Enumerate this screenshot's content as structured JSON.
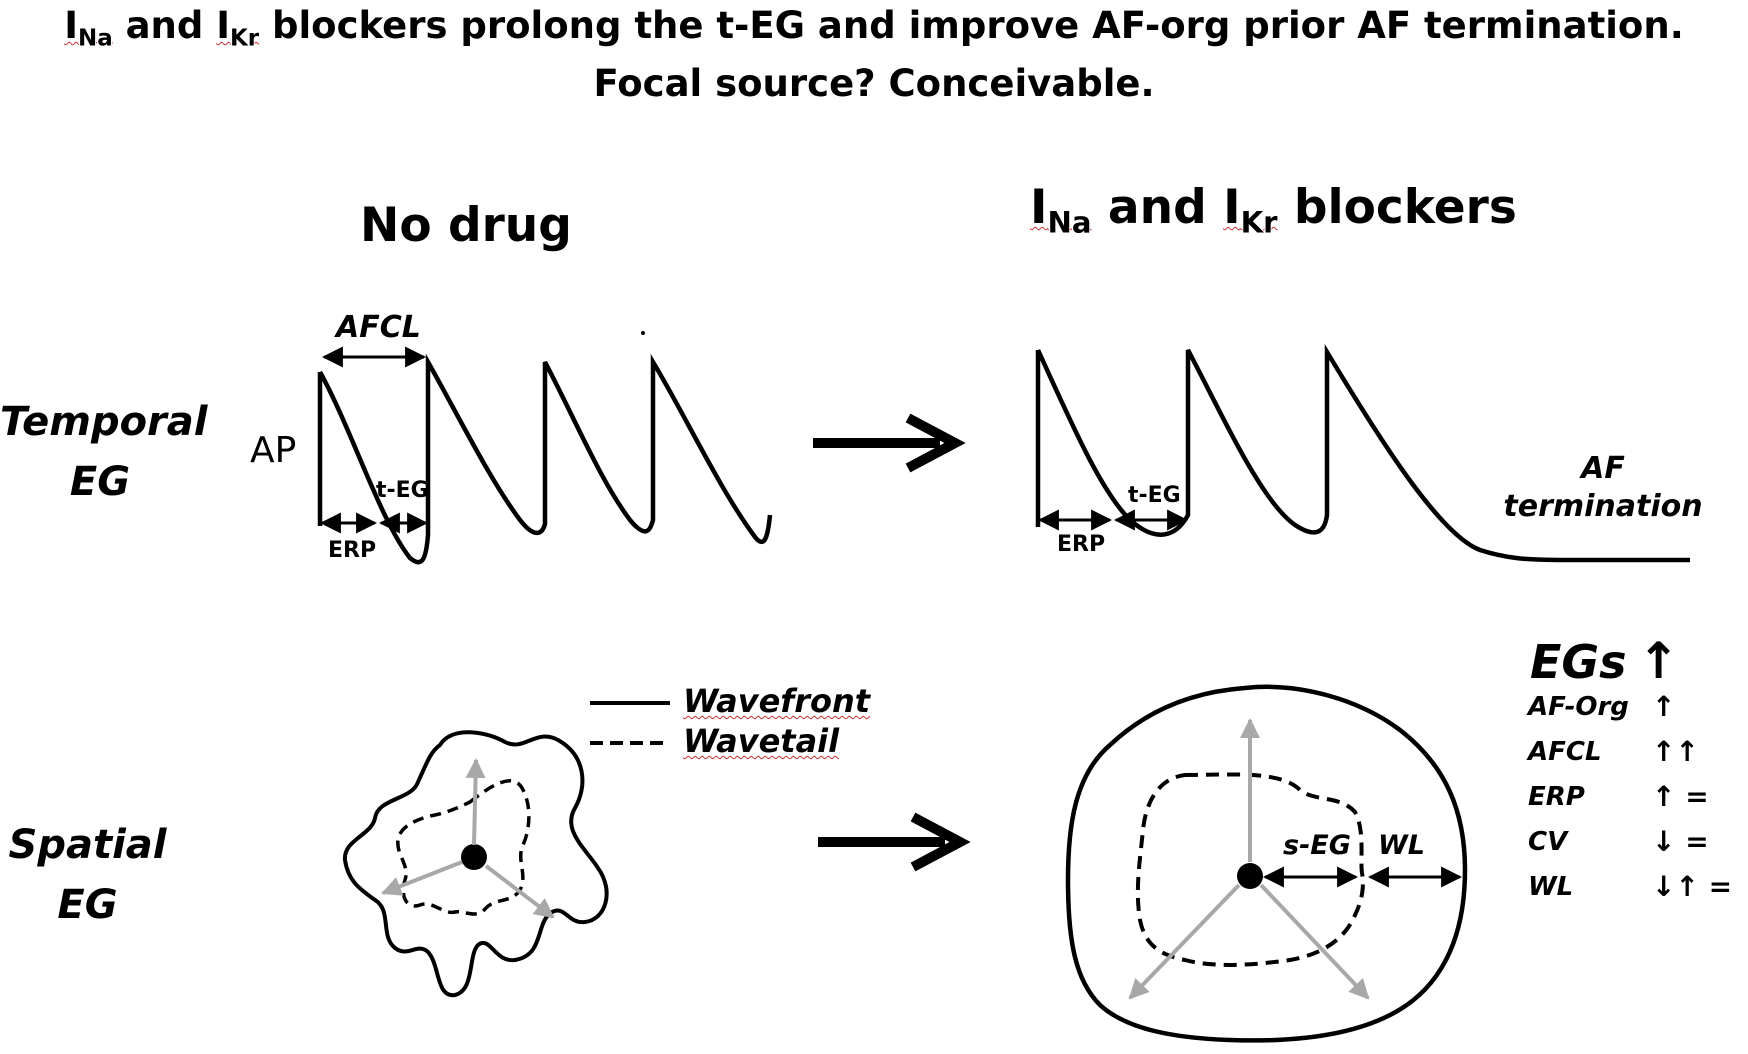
{
  "title": {
    "line1": {
      "i1": "I",
      "sub1": "Na",
      "and": " and ",
      "i2": "I",
      "sub2": "Kr",
      "rest": " blockers prolong the t-EG and improve AF-org prior  AF termination."
    },
    "line2": "Focal source? Conceivable."
  },
  "left_panel": {
    "heading": "No drug",
    "ap_label": "AP",
    "afcl_label": "AFCL",
    "teg_label": "t-EG",
    "erp_label": "ERP",
    "legend": {
      "wavefront": "Wavefront",
      "wavetail": "Wavetail"
    }
  },
  "right_panel": {
    "heading": {
      "i1": "I",
      "sub1": "Na",
      "and": " and ",
      "i2": "I",
      "sub2": "Kr",
      "rest": " blockers"
    },
    "teg_label": "t-EG",
    "erp_label": "ERP",
    "af_termination": {
      "line1": "AF",
      "line2": "termination"
    },
    "seg_label": "s-EG",
    "wl_label": "WL"
  },
  "row_labels": {
    "temporal": {
      "line1": "Temporal",
      "line2": "EG"
    },
    "spatial": {
      "line1": "Spatial",
      "line2": "EG"
    }
  },
  "eg_summary": {
    "title": "EGs",
    "title_arrow": "↑",
    "rows": [
      {
        "param": "AF-Org",
        "effect": "↑"
      },
      {
        "param": "AFCL",
        "effect": "↑↑"
      },
      {
        "param": "ERP",
        "effect": "↑ ="
      },
      {
        "param": "CV",
        "effect": "↓ ="
      },
      {
        "param": "WL",
        "effect": "↓↑ ="
      }
    ]
  },
  "colors": {
    "line": "#000000",
    "propagation_arrow": "#a8a8a8",
    "spellcheck_underline": "#d03030"
  }
}
